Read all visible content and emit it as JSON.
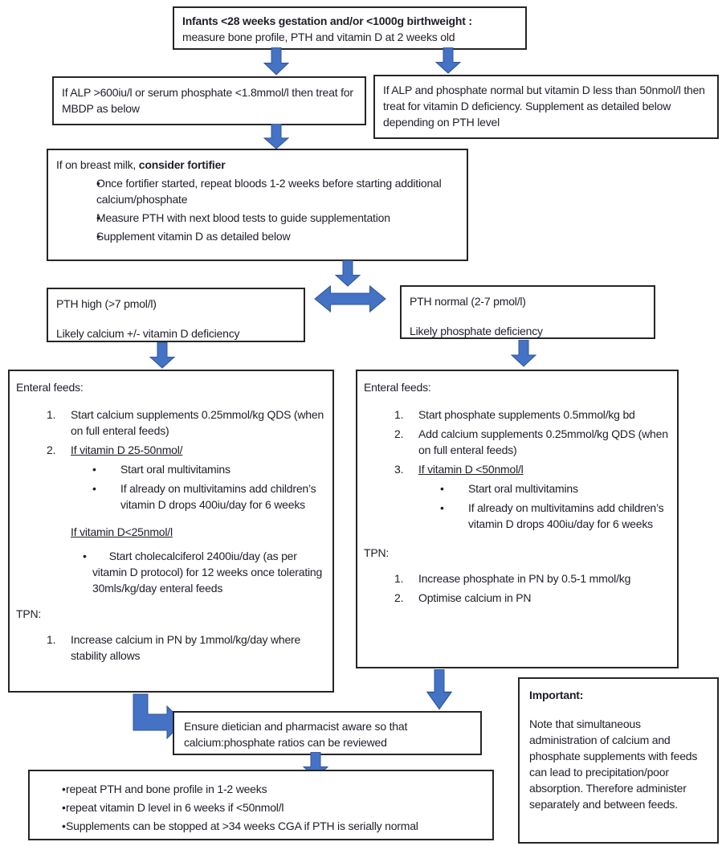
{
  "flowchart": {
    "colors": {
      "arrow_fill": "#4472C4",
      "arrow_stroke": "#2F5597",
      "box_border": "#262626"
    },
    "top_box": {
      "line1_bold": "Infants <28 weeks gestation and/or <1000g birthweight :",
      "line2": "measure bone profile, PTH and vitamin D at 2 weeks old"
    },
    "alp_high_box": {
      "text": "If ALP >600iu/l or serum phosphate <1.8mmol/l then treat for MBDP as below"
    },
    "alp_normal_box": {
      "text": "If ALP and phosphate normal but vitamin D less than 50nmol/l then treat for vitamin D deficiency.  Supplement as detailed below depending on PTH level"
    },
    "breastmilk_box": {
      "title_regular": "If on breast milk, ",
      "title_bold": "consider fortifier",
      "bullet_marker": "•",
      "bullets": [
        "Once fortifier started, repeat bloods 1-2 weeks before starting additional calcium/phosphate",
        "Measure PTH with next blood tests to guide supplementation",
        "Supplement vitamin D as detailed below"
      ]
    },
    "pth_high_box": {
      "line1": "PTH high (>7 pmol/l)",
      "line2": "Likely calcium +/- vitamin D deficiency"
    },
    "pth_normal_box": {
      "line1": "PTH normal (2-7 pmol/l)",
      "line2": "Likely phosphate deficiency"
    },
    "enteral_left": {
      "heading": "Enteral feeds:",
      "item1_num": "1.",
      "item1": "Start calcium supplements 0.25mmol/kg QDS (when on full enteral feeds)",
      "item2_num": "2.",
      "item2_underline": "If vitamin D 25-50nmol/",
      "sub_marker": "•",
      "sub_bullet1": "Start oral multivitamins",
      "sub_bullet2": "If already on multivitamins add children’s vitamin D drops 400iu/day for 6 weeks",
      "underline_heading2": "If vitamin D<25nmol/l",
      "chole_marker": "•",
      "chole_bullet": "Start cholecalciferol 2400iu/day (as per vitamin D protocol) for 12 weeks once tolerating 30mls/kg/day enteral feeds",
      "tpn_heading": "TPN:",
      "tpn_item1_num": "1.",
      "tpn_item1": "Increase calcium in PN by 1mmol/kg/day where stability allows"
    },
    "enteral_right": {
      "heading": "Enteral feeds:",
      "item1_num": "1.",
      "item1": "Start phosphate supplements 0.5mmol/kg bd",
      "item2_num": "2.",
      "item2": "Add calcium supplements 0.25mmol/kg QDS (when on full enteral feeds)",
      "item3_num": "3.",
      "item3_underline": "If vitamin D <50nmol/l",
      "sub_marker": "•",
      "sub_bullet1": "Start oral multivitamins",
      "sub_bullet2": "If already on multivitamins add children’s vitamin D drops 400iu/day for 6 weeks",
      "tpn_heading": "TPN:",
      "tpn_item1_num": "1.",
      "tpn_item1": "Increase phosphate in PN by 0.5-1 mmol/kg",
      "tpn_item2_num": "2.",
      "tpn_item2": "Optimise calcium in PN"
    },
    "ensure_box": {
      "text": "Ensure dietician and pharmacist aware so that calcium:phosphate ratios can be reviewed"
    },
    "followup_box": {
      "bullet_marker": "•",
      "bullets": [
        "repeat PTH and bone profile in 1-2 weeks",
        "repeat vitamin D level in 6 weeks if <50nmol/l",
        "Supplements can be stopped at >34 weeks CGA if PTH is serially normal"
      ]
    },
    "important_box": {
      "heading": "Important:",
      "text": "Note that simultaneous administration of calcium and phosphate supplements with feeds can lead to precipitation/poor absorption. Therefore administer separately and between feeds."
    }
  }
}
